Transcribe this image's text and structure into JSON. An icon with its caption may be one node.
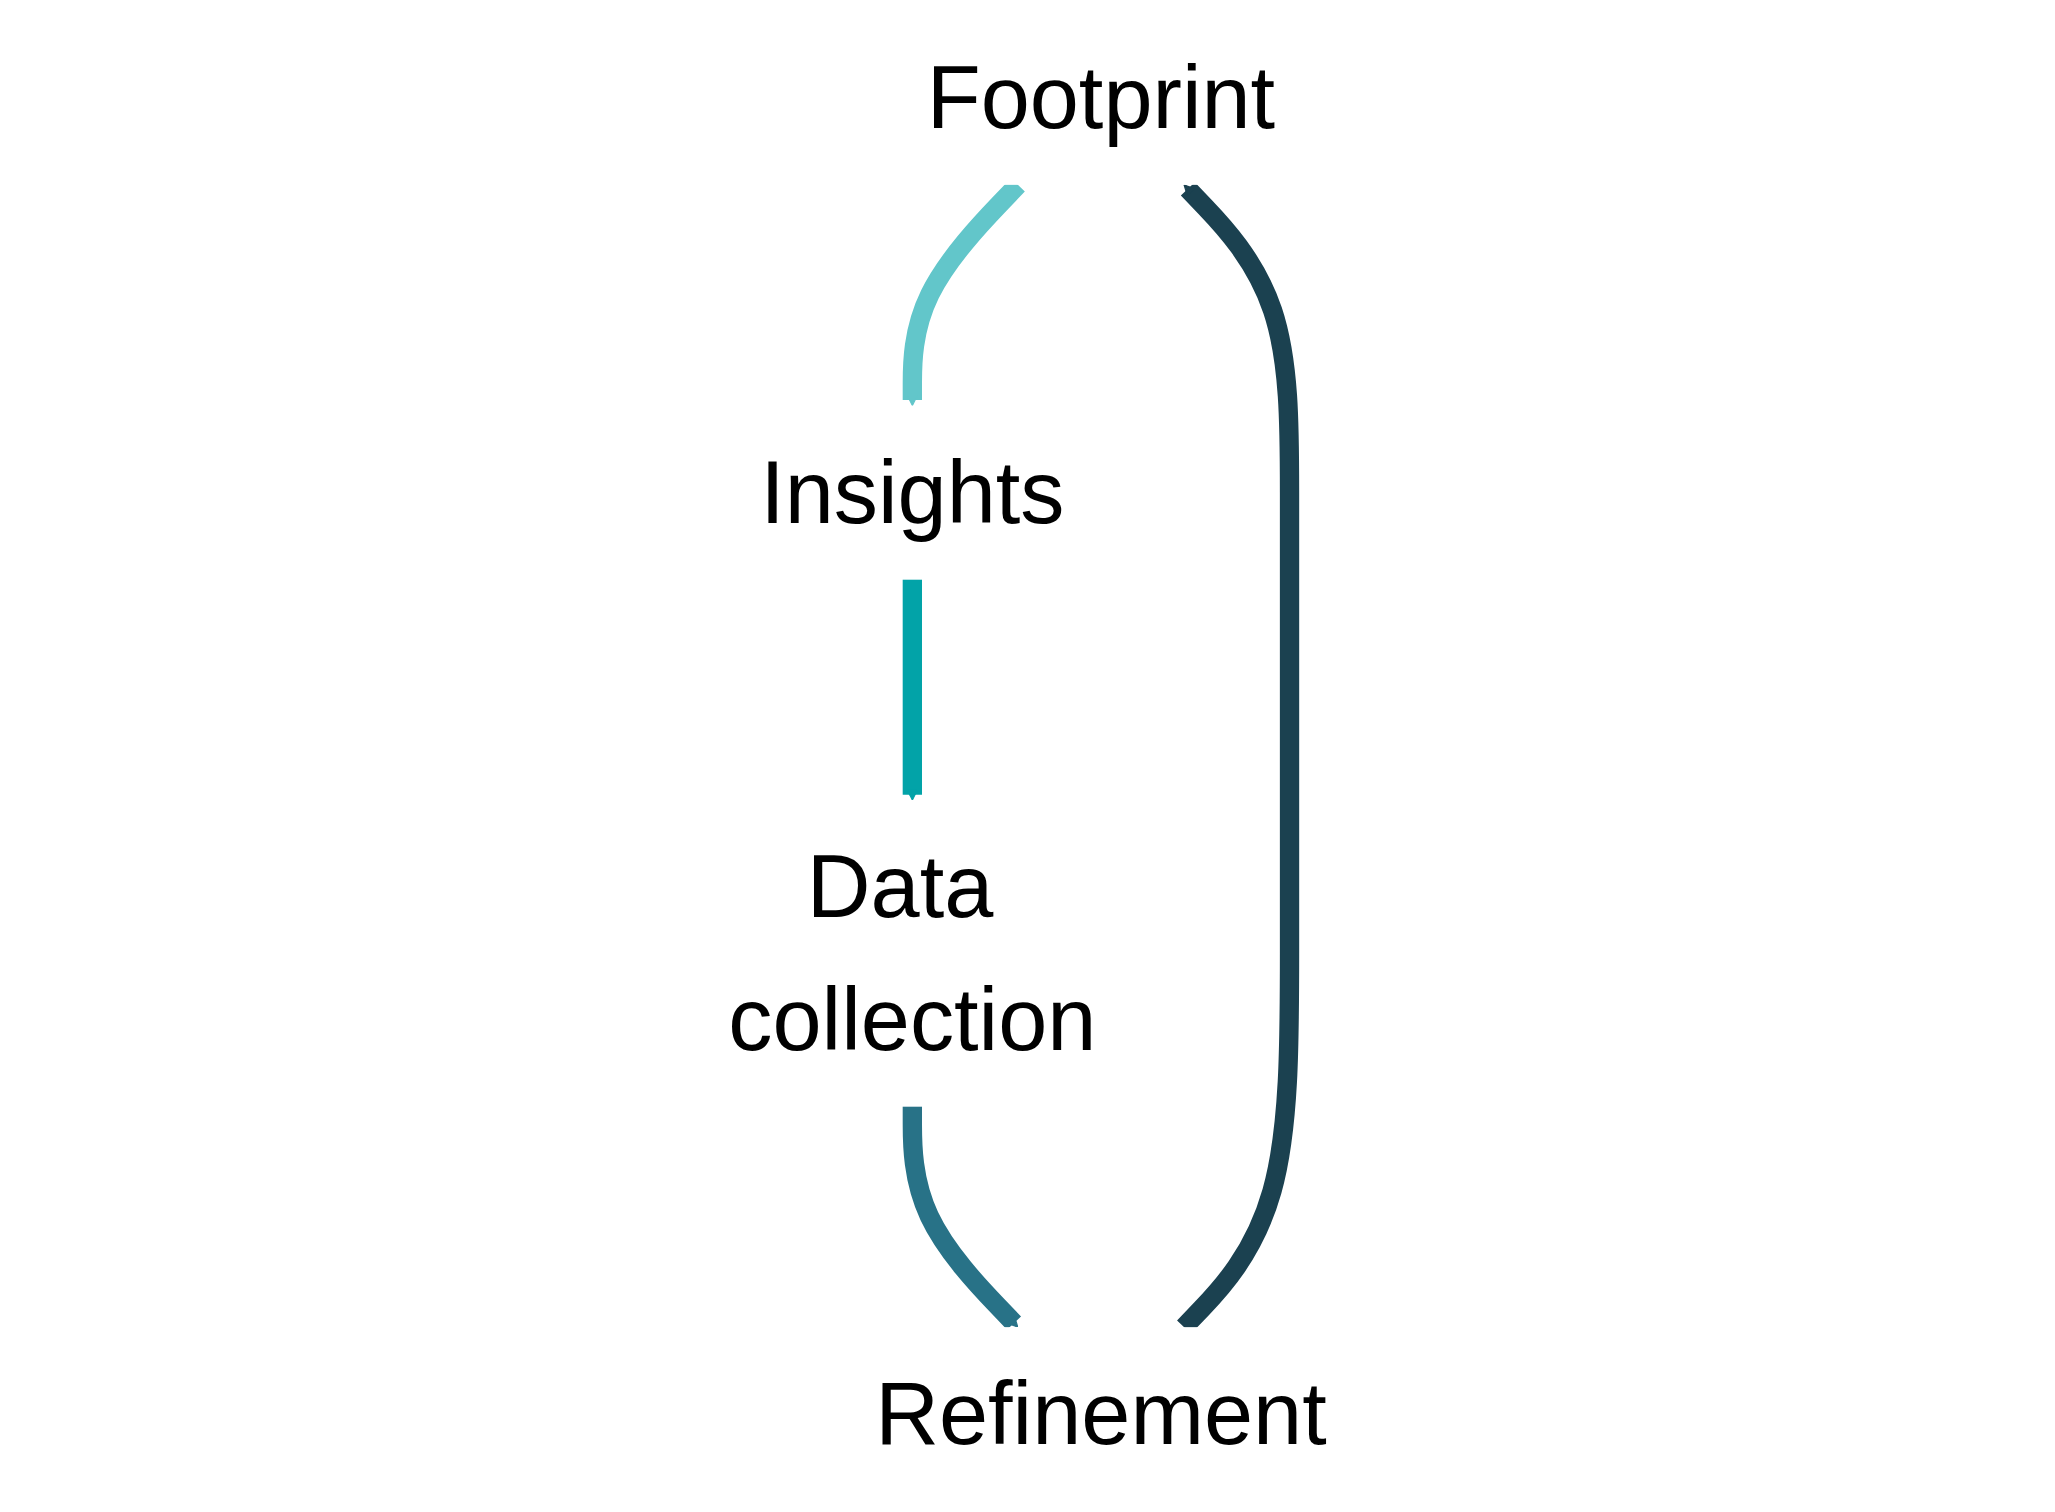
{
  "diagram": {
    "nodes": [
      {
        "text": [
          "Footprint"
        ]
      },
      {
        "text": [
          "Insights"
        ]
      },
      {
        "text": [
          "Data collection"
        ]
      },
      {
        "text": [
          "Refinement"
        ]
      }
    ],
    "edges": [
      {
        "from": 0,
        "to": 1,
        "arrow": "to",
        "color": "#62c6ca"
      },
      {
        "from": 1,
        "to": 2,
        "arrow": "to",
        "color": "#02a3a8"
      },
      {
        "from": 2,
        "to": 3,
        "arrow": "to",
        "color": "#287287"
      },
      {
        "from": 3,
        "to": 0,
        "arrow": "to",
        "color": "#1b4150"
      }
    ]
  }
}
